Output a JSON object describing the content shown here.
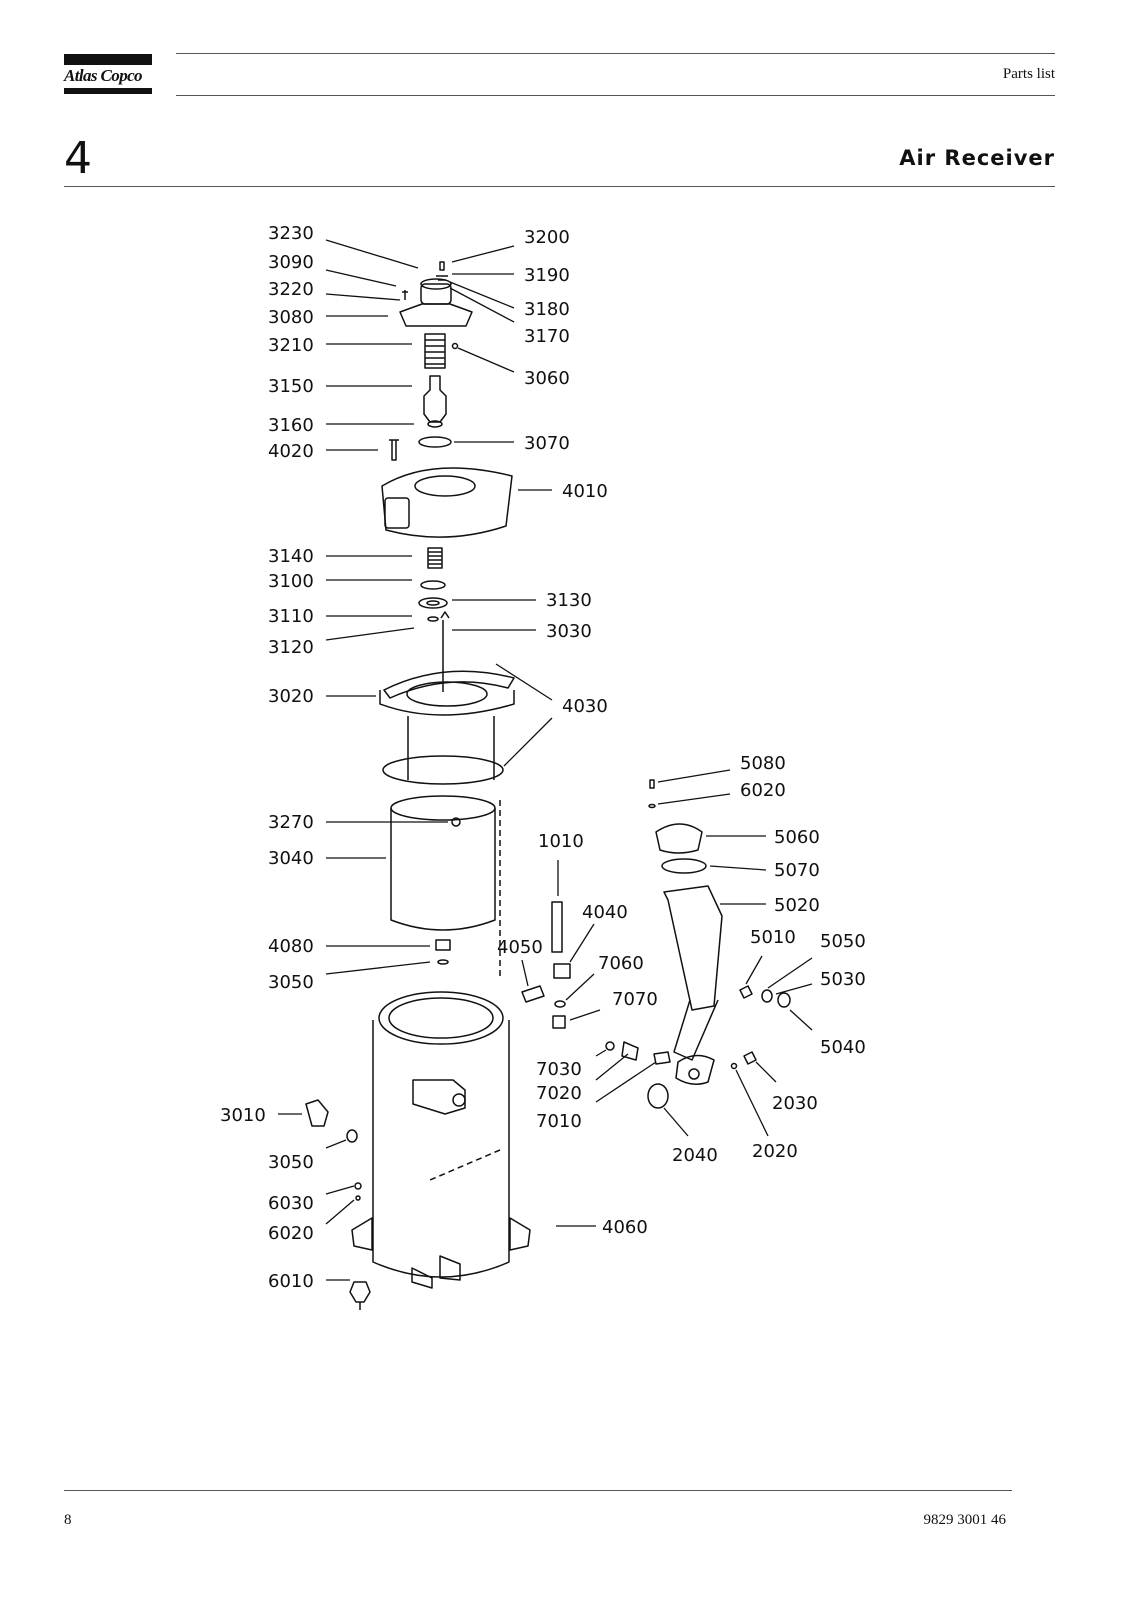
{
  "header": {
    "brand": "Atlas Copco",
    "label": "Parts list"
  },
  "section": {
    "number": "4",
    "title": "Air Receiver"
  },
  "diagram": {
    "callouts": [
      "3230",
      "3090",
      "3220",
      "3080",
      "3210",
      "3150",
      "3160",
      "4020",
      "3200",
      "3190",
      "3180",
      "3170",
      "3060",
      "3070",
      "4010",
      "3140",
      "3100",
      "3110",
      "3120",
      "3130",
      "3030",
      "3020",
      "4030",
      "3270",
      "3040",
      "4080",
      "3050",
      "1010",
      "4040",
      "4050",
      "7060",
      "7070",
      "7030",
      "7020",
      "7010",
      "3010",
      "6030",
      "6020",
      "6010",
      "4060",
      "5080",
      "5060",
      "5070",
      "5020",
      "5010",
      "5050",
      "5030",
      "5040",
      "2030",
      "2020",
      "2040"
    ]
  },
  "footer": {
    "page": "8",
    "doc_number": "9829 3001 46"
  }
}
